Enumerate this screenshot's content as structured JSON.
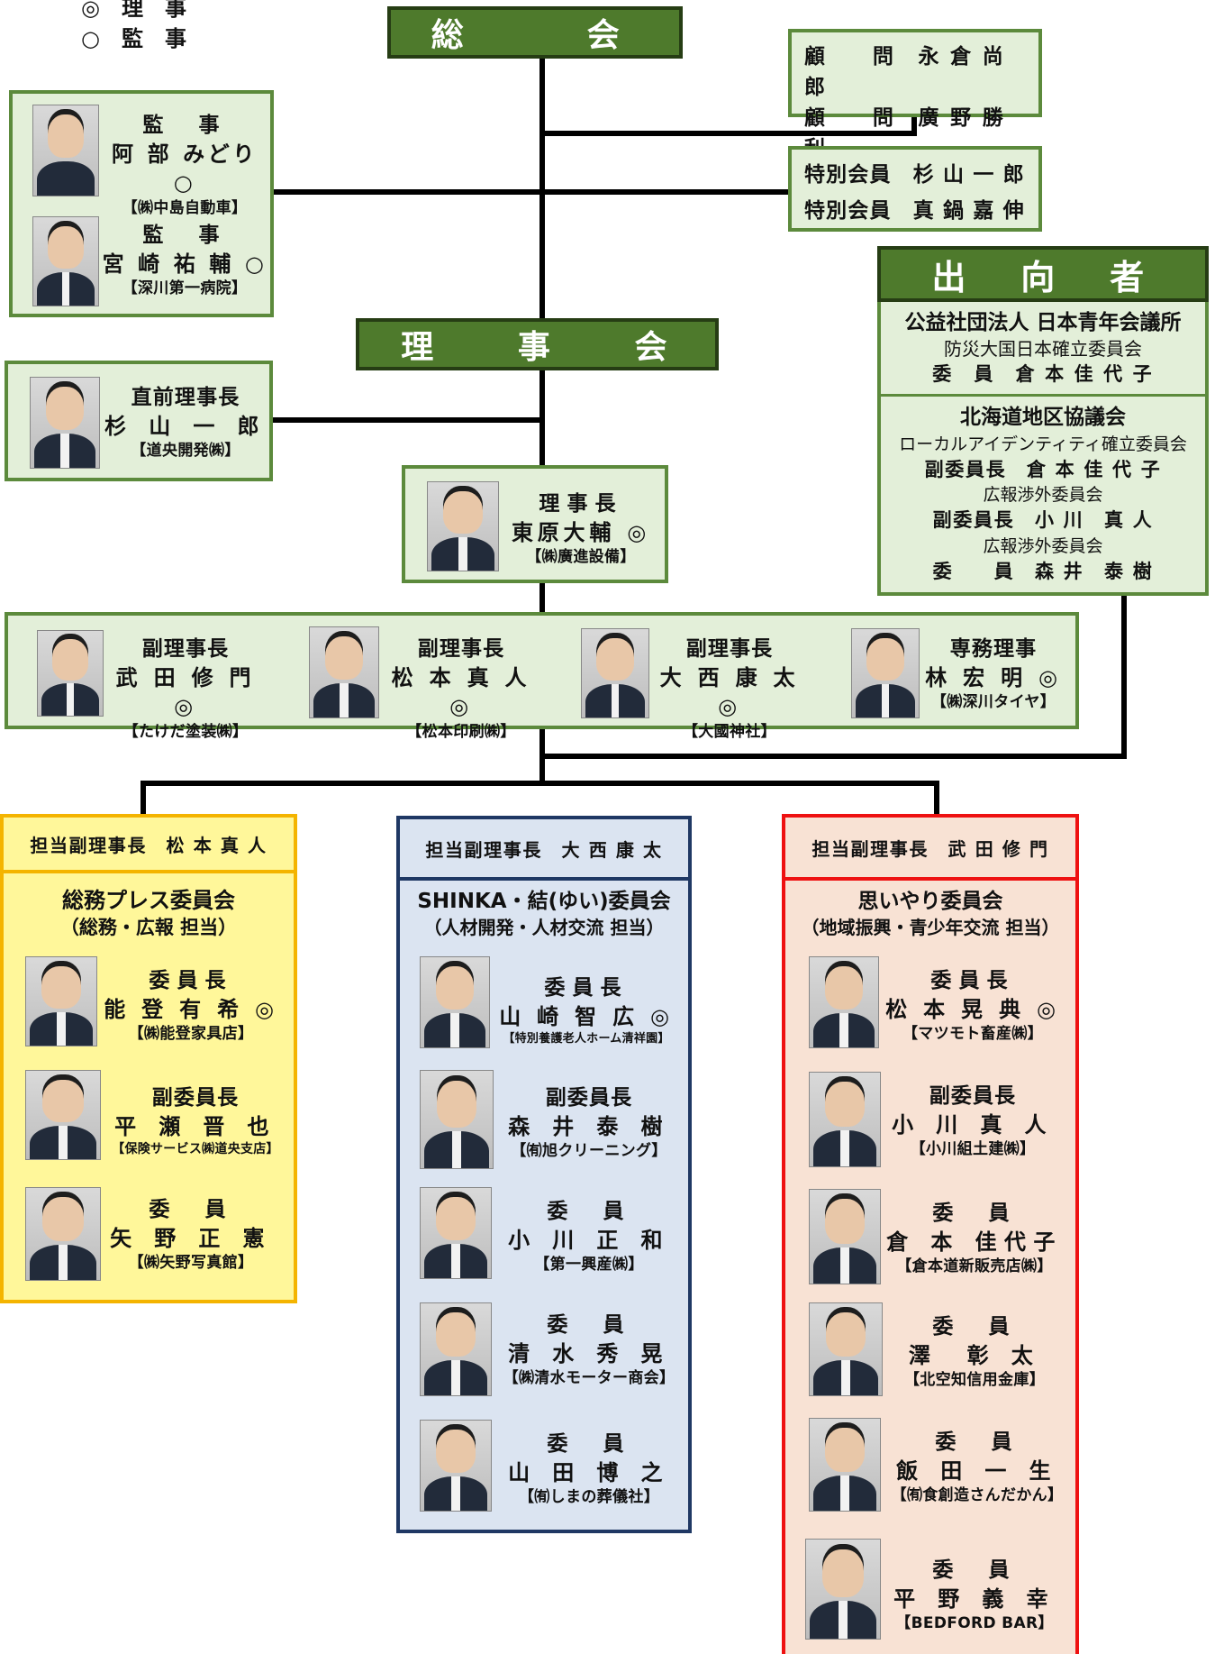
{
  "legend": [
    {
      "mark": "◎",
      "text": "理　事"
    },
    {
      "mark": "○",
      "text": "監　事"
    }
  ],
  "top": {
    "general_assembly": "総　　会",
    "board": "理　　事　　会",
    "chairman": {
      "role": "理事長",
      "name": "東原大輔 ◎",
      "company": "【㈱廣進設備】"
    },
    "advisors": [
      "顧　　問　永 倉 尚 郎",
      "顧　　問　廣 野 勝 利"
    ],
    "special": [
      "特別会員　杉 山 一 郎",
      "特別会員　真 鍋 嘉 伸"
    ],
    "auditors": [
      {
        "role": "監　事",
        "name": "阿 部 みどり ○",
        "company": "【㈱中島自動車】"
      },
      {
        "role": "監　事",
        "name": "宮 崎 祐 輔 ○",
        "company": "【深川第一病院】"
      }
    ],
    "past_chair": {
      "role": "直前理事長",
      "name": "杉 山 一 郎",
      "company": "【道央開発㈱】"
    },
    "vice": [
      {
        "role": "副理事長",
        "name": "武 田 修 門 ◎",
        "company": "【たけだ塗装㈱】"
      },
      {
        "role": "副理事長",
        "name": "松 本 真 人 ◎",
        "company": "【松本印刷㈱】"
      },
      {
        "role": "副理事長",
        "name": "大 西 康 太 ◎",
        "company": "【大國神社】"
      },
      {
        "role": "専務理事",
        "name": "林 宏 明 ◎",
        "company": "【㈱深川タイヤ】"
      }
    ]
  },
  "dispatch": {
    "title": "出　向　者",
    "jc": {
      "org": "公益社団法人 日本青年会議所",
      "committee": "防災大国日本確立委員会",
      "member": "委　員　倉 本 佳 代 子"
    },
    "hokkaido": {
      "org": "北海道地区協議会",
      "lines": [
        "ローカルアイデンティティ確立委員会",
        "副委員長　倉 本 佳 代 子",
        "広報渉外委員会",
        "副委員長　小 川　真 人",
        "広報渉外委員会",
        "委　　員　森 井　泰 樹"
      ]
    }
  },
  "committees": [
    {
      "header": "担当副理事長　松 本 真 人",
      "name": "総務プレス委員会",
      "sub": "（総務・広報 担当）",
      "members": [
        {
          "role": "委員長",
          "name": "能 登 有 希 ◎",
          "company": "【㈱能登家具店】"
        },
        {
          "role": "副委員長",
          "name": "平 瀬 晋 也",
          "company": "【保険サービス㈱道央支店】"
        },
        {
          "role": "委　員",
          "name": "矢 野 正 憲",
          "company": "【㈱矢野写真館】"
        }
      ]
    },
    {
      "header": "担当副理事長　大 西 康 太",
      "name": "SHINKA・結(ゆい)委員会",
      "sub": "（人材開発・人材交流 担当）",
      "members": [
        {
          "role": "委員長",
          "name": "山 崎 智 広 ◎",
          "company": "【特別養護老人ホーム清祥園】"
        },
        {
          "role": "副委員長",
          "name": "森 井 泰 樹",
          "company": "【㈲旭クリーニング】"
        },
        {
          "role": "委　員",
          "name": "小 川 正 和",
          "company": "【第一興産㈱】"
        },
        {
          "role": "委　員",
          "name": "清 水 秀 晃",
          "company": "【㈱清水モーター商会】"
        },
        {
          "role": "委　員",
          "name": "山 田 博 之",
          "company": "【㈲しまの葬儀社】"
        }
      ]
    },
    {
      "header": "担当副理事長　武 田 修 門",
      "name": "思いやり委員会",
      "sub": "（地域振興・青少年交流 担当）",
      "members": [
        {
          "role": "委員長",
          "name": "松 本 晃 典 ◎",
          "company": "【マツモト畜産㈱】"
        },
        {
          "role": "副委員長",
          "name": "小 川 真 人",
          "company": "【小川組土建㈱】"
        },
        {
          "role": "委　員",
          "name": "倉 本 佳代子",
          "company": "【倉本道新販売店㈱】"
        },
        {
          "role": "委　員",
          "name": "澤　彰 太",
          "company": "【北空知信用金庫】"
        },
        {
          "role": "委　員",
          "name": "飯 田 一 生",
          "company": "【㈲食創造さんだかん】"
        },
        {
          "role": "委　員",
          "name": "平 野 義 幸",
          "company": "【BEDFORD BAR】"
        }
      ]
    }
  ],
  "colors": {
    "green_dark": "#4e7a2c",
    "green_light": "#e3efd9",
    "yellow": "#fff79a",
    "blue": "#dbe4f1",
    "pink": "#f8e2d4"
  }
}
